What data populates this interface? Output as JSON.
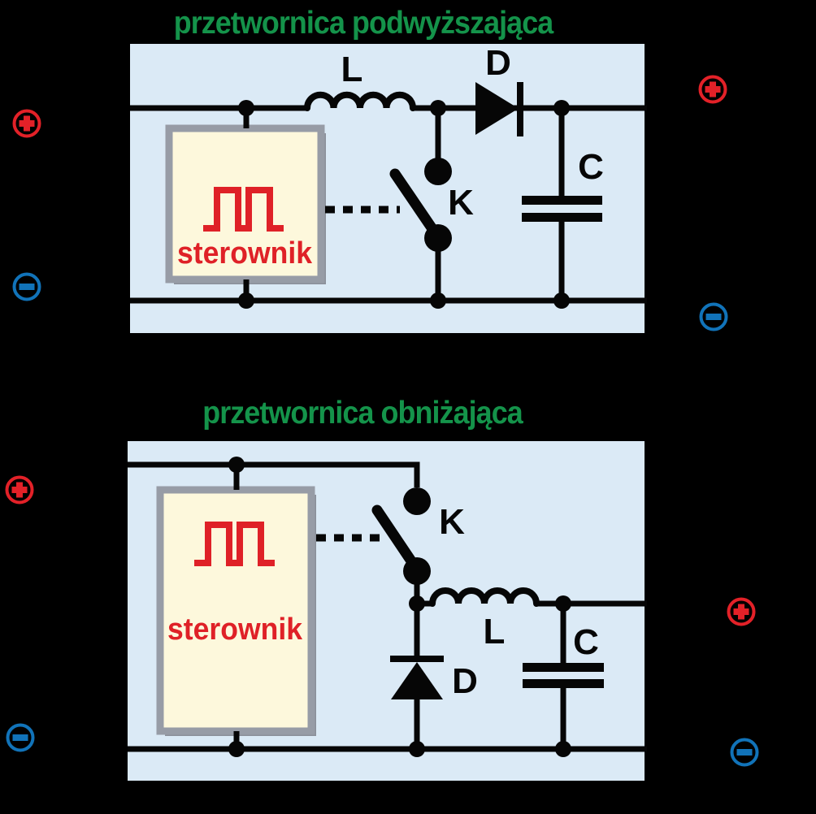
{
  "colors": {
    "page_bg": "#000000",
    "panel_bg": "#dbeaf6",
    "title": "#14934a",
    "line": "#060606",
    "controller_fill": "#fdf8dc",
    "controller_border": "#979ca6",
    "controller_shadow": "#8b909a",
    "signal_red": "#df2127",
    "plus_red": "#e32128",
    "minus_blue": "#1173b9"
  },
  "boost": {
    "title": "przetwornica podwyższająca",
    "controller_label": "sterownik",
    "components": {
      "inductor": "L",
      "diode": "D",
      "switch": "K",
      "capacitor": "C"
    },
    "terminals": [
      {
        "position": "input-left-top",
        "polarity": "plus",
        "symbol": "+"
      },
      {
        "position": "input-left-bottom",
        "polarity": "minus",
        "symbol": "−"
      },
      {
        "position": "output-right-top",
        "polarity": "plus",
        "symbol": "+"
      },
      {
        "position": "output-right-bottom",
        "polarity": "minus",
        "symbol": "−"
      }
    ]
  },
  "buck": {
    "title": "przetwornica obniżająca",
    "controller_label": "sterownik",
    "components": {
      "switch": "K",
      "inductor": "L",
      "diode": "D",
      "capacitor": "C"
    },
    "terminals": [
      {
        "position": "input-left-top",
        "polarity": "plus",
        "symbol": "+"
      },
      {
        "position": "input-left-bottom",
        "polarity": "minus",
        "symbol": "−"
      },
      {
        "position": "output-right-top",
        "polarity": "plus",
        "symbol": "+"
      },
      {
        "position": "output-right-bottom",
        "polarity": "minus",
        "symbol": "−"
      }
    ]
  }
}
